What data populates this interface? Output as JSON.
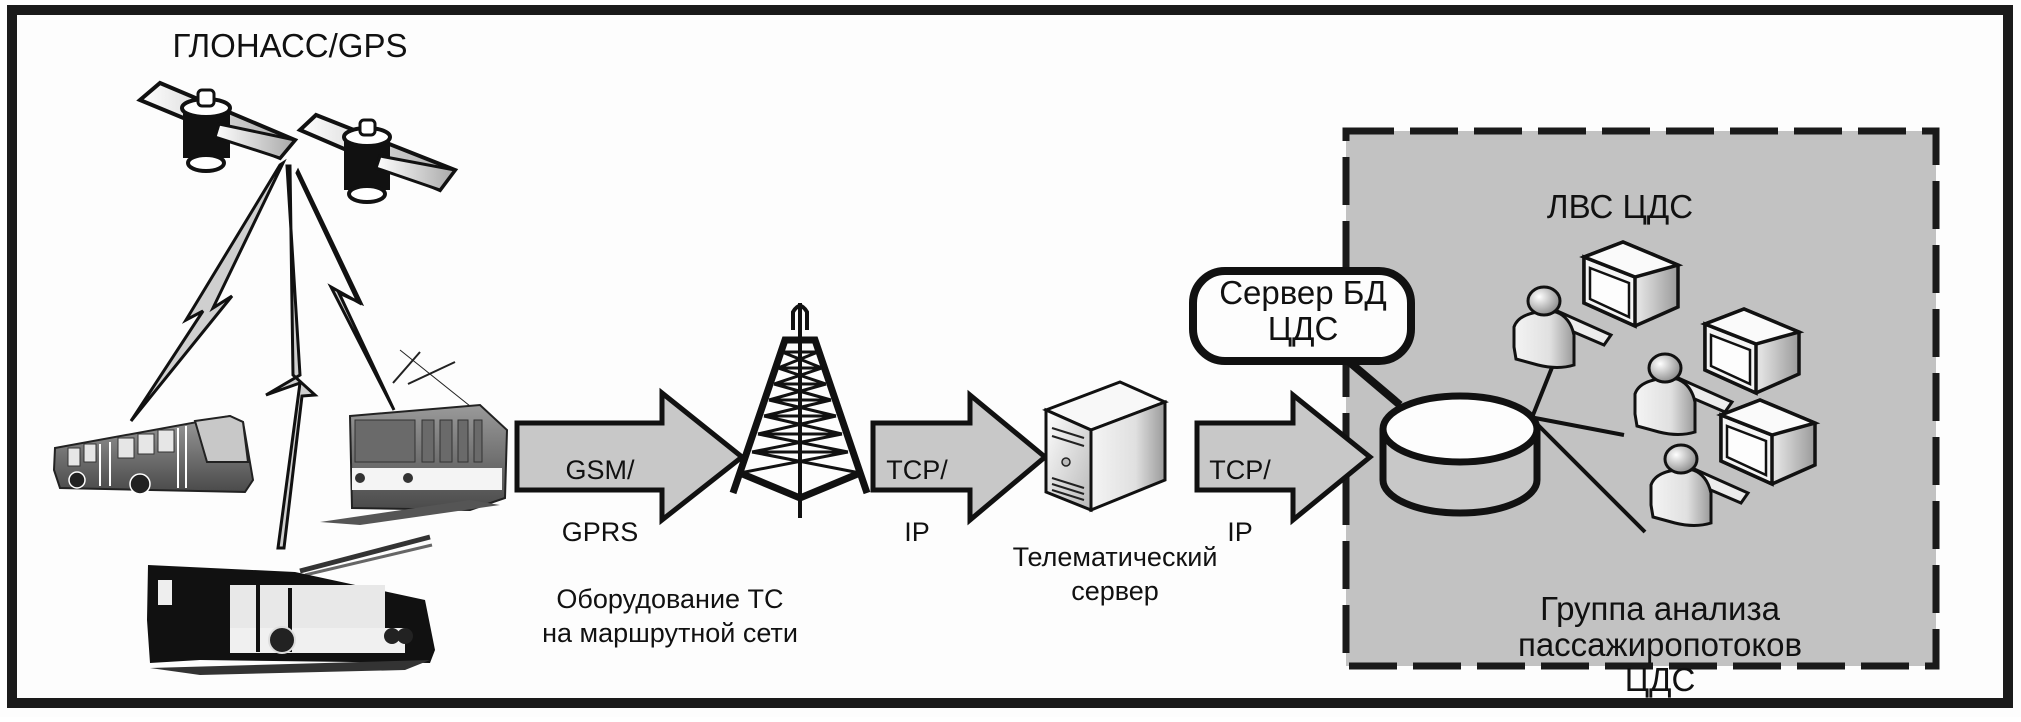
{
  "diagram": {
    "title": "ГЛОНАСС/GPS",
    "colors": {
      "border": "#1a1a1a",
      "arrow_fill": "#c8c8c8",
      "lan_fill": "#c2c2c2",
      "background": "#fdfdfd"
    },
    "satellites": [
      {
        "name": "satellite-1"
      },
      {
        "name": "satellite-2"
      }
    ],
    "vehicles": [
      {
        "type": "bus"
      },
      {
        "type": "tram"
      },
      {
        "type": "trolleybus"
      }
    ],
    "arrows": [
      {
        "id": "gsm",
        "line1": "GSM/",
        "line2": "GPRS"
      },
      {
        "id": "tcp1",
        "line1": "TCP/",
        "line2": "IP"
      },
      {
        "id": "tcp2",
        "line1": "TCP/",
        "line2": "IP"
      }
    ],
    "captions": {
      "vehicle_equipment": "Оборудование ТС\nна маршрутной сети",
      "telematic_server": "Телематический\nсервер"
    },
    "lan": {
      "title": "ЛВС ЦДС",
      "db_server_label": "Сервер БД\nЦДС",
      "group_label": "Группа анализа\nпассажиропотоков ЦДС",
      "workstations": 3
    }
  }
}
